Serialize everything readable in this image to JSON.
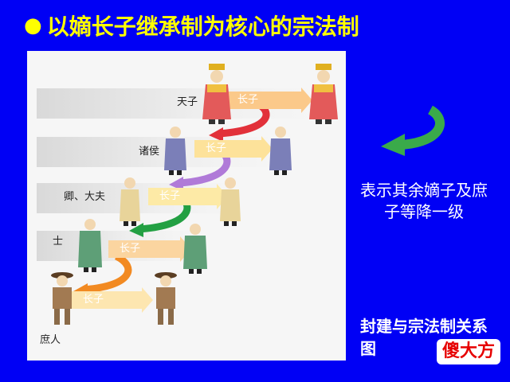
{
  "slide": {
    "title": "以嫡长子继承制为核心的宗法制",
    "bullet": "●",
    "legend_text": "表示其余嫡子及庶子等降一级",
    "caption": "封建与宗法制关系图",
    "watermark": "傻大方"
  },
  "diagram": {
    "ranks": [
      "天子",
      "诸侯",
      "卿、大夫",
      "士",
      "庶人"
    ],
    "arrow_label": "长子",
    "colors": {
      "tianzi": "#f7a04a",
      "zhuhou": "#7b7fb8",
      "qingdafu": "#e8d49a",
      "shi": "#5e9f77",
      "shuren": "#a27a52",
      "curve_red": "#e2313a",
      "curve_purple": "#b07ad8",
      "curve_green": "#23a043",
      "curve_orange": "#f28a22",
      "legend_arrow": "#3aaa4a"
    }
  }
}
